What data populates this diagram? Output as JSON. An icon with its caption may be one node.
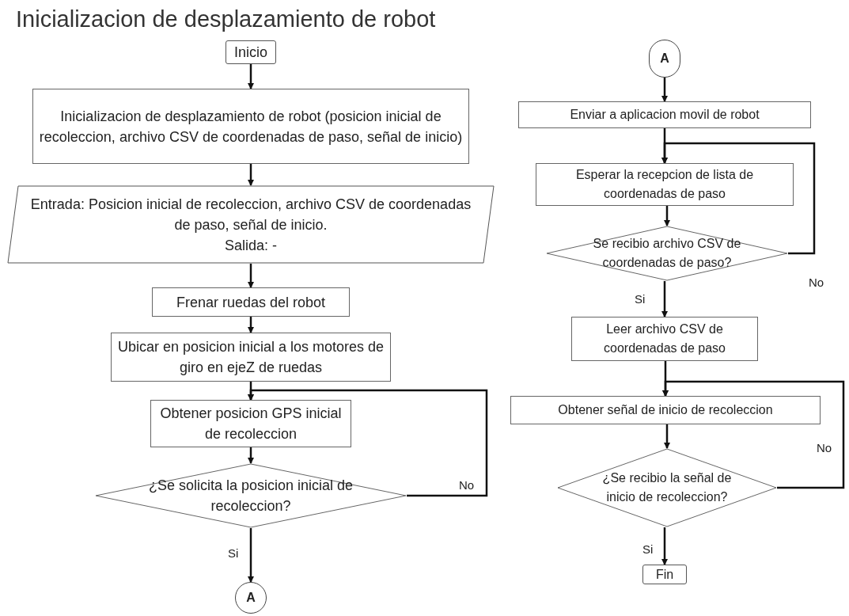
{
  "diagram": {
    "title": "Inicializacion de desplazamiento de robot",
    "nodes": [
      {
        "text": [
          "Inicio"
        ]
      },
      {
        "text": [
          "Inicializacion de desplazamiento de robot (posicion inicial de recoleccion, archivo CSV de coordenadas de paso, señal de inicio)"
        ]
      },
      {
        "text": [
          "Entrada: Posicion inicial de recoleccion, archivo CSV de coordenadas de paso, señal de inicio.",
          "Salida: -"
        ]
      },
      {
        "text": [
          "Frenar ruedas del robot"
        ]
      },
      {
        "text": [
          "Ubicar en posicion inicial a los motores de giro en ejeZ de ruedas"
        ]
      },
      {
        "text": [
          "Obtener posicion GPS inicial de recoleccion"
        ]
      },
      {
        "text": [
          "¿Se solicita la posicion inicial de recoleccion?"
        ]
      },
      {
        "text": [
          "A"
        ]
      },
      {
        "text": [
          "A"
        ]
      },
      {
        "text": [
          "Enviar a aplicacion movil de robot"
        ]
      },
      {
        "text": [
          "Esperar la recepcion de lista de coordenadas de paso"
        ]
      },
      {
        "text": [
          "Se recibio archivo CSV de coordenadas de paso?"
        ]
      },
      {
        "text": [
          "Leer archivo CSV de coordenadas de paso"
        ]
      },
      {
        "text": [
          "Obtener señal de inicio de recoleccion"
        ]
      },
      {
        "text": [
          "¿Se recibio la señal de inicio de recoleccion?"
        ]
      },
      {
        "text": [
          "Fin"
        ]
      }
    ],
    "edges": [
      {
        "from": 0,
        "to": 1,
        "arrow": "to"
      },
      {
        "from": 1,
        "to": 2,
        "arrow": "to"
      },
      {
        "from": 2,
        "to": 3,
        "arrow": "to"
      },
      {
        "from": 3,
        "to": 4,
        "arrow": "to"
      },
      {
        "from": 4,
        "to": 5,
        "arrow": "to"
      },
      {
        "from": 5,
        "to": 6,
        "arrow": "to"
      },
      {
        "from": 6,
        "to": 7,
        "arrow": "to",
        "label": "Si"
      },
      {
        "from": 6,
        "to": 5,
        "arrow": "to",
        "label": "No"
      },
      {
        "from": 8,
        "to": 9,
        "arrow": "to"
      },
      {
        "from": 9,
        "to": 10,
        "arrow": "to"
      },
      {
        "from": 10,
        "to": 11,
        "arrow": "to"
      },
      {
        "from": 11,
        "to": 10,
        "arrow": "to",
        "label": "No"
      },
      {
        "from": 11,
        "to": 12,
        "arrow": "to",
        "label": "Si"
      },
      {
        "from": 12,
        "to": 13,
        "arrow": "to"
      },
      {
        "from": 13,
        "to": 14,
        "arrow": "to"
      },
      {
        "from": 14,
        "to": 13,
        "arrow": "to",
        "label": "No"
      },
      {
        "from": 14,
        "to": 15,
        "arrow": "to",
        "label": "Si"
      }
    ]
  }
}
